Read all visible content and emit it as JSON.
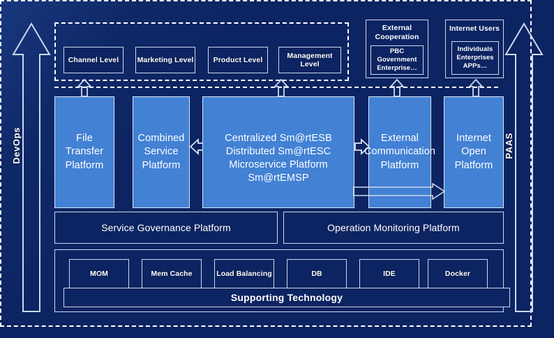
{
  "diagram": {
    "title": "Enterprise Service Platform Architecture",
    "colors": {
      "background_navy": "#0c2461",
      "accent_blue": "#4281d4",
      "outline": "#cdd9ee",
      "text": "#ffffff"
    }
  },
  "side_arrows": {
    "left": {
      "label": "DevOps",
      "direction": "up"
    },
    "right": {
      "label": "PAAS",
      "direction": "up"
    }
  },
  "consumer_zone": {
    "levels": [
      {
        "label": "Channel Level"
      },
      {
        "label": "Marketing Level"
      },
      {
        "label": "Product Level"
      },
      {
        "label": "Management Level"
      }
    ]
  },
  "external_groups": [
    {
      "title": "External Cooperation",
      "inner": "PBC Government Enterprise…"
    },
    {
      "title": "Internet Users",
      "inner": "Individuals Enterprises APPs…"
    }
  ],
  "platform_row": [
    {
      "label": "File Transfer Platform"
    },
    {
      "label": "Combined Service Platform"
    },
    {
      "label": "Centralized Sm@rtESB Distributed Sm@rtESC Microservice Platform Sm@rtEMSP"
    },
    {
      "label": "External Communication Platform"
    },
    {
      "label": "Internet Open Platform"
    }
  ],
  "platform_core_lines": [
    "Centralized Sm@rtESB",
    "Distributed Sm@rtESC",
    "Microservice Platform Sm@rtEMSP"
  ],
  "governance_row": [
    {
      "label": "Service Governance Platform"
    },
    {
      "label": "Operation Monitoring Platform"
    }
  ],
  "supporting": {
    "chips": [
      {
        "label": "MOM"
      },
      {
        "label": "Mem Cache"
      },
      {
        "label": "Load Balancing"
      },
      {
        "label": "DB"
      },
      {
        "label": "IDE"
      },
      {
        "label": "Docker"
      }
    ],
    "banner": "Supporting Technology"
  }
}
